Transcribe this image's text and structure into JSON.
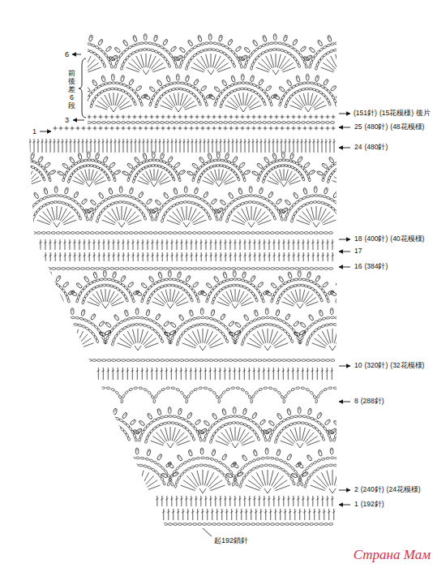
{
  "diagram": {
    "labels": [
      "6",
      "前後差6段",
      "3",
      "(151針)",
      "(15花模様)",
      "後片",
      "1",
      "25",
      "(480針)",
      "(48花模様)",
      "24",
      "(480針)",
      "18",
      "(400針)",
      "(40花模様)",
      "17",
      "16",
      "(384針)",
      "10",
      "(320針)",
      "(32花模様)",
      "8",
      "(288針)",
      "2",
      "(240針)",
      "(24花模様)",
      "1",
      "(192針)",
      "起192鎖針",
      "Страна Мам"
    ]
  }
}
